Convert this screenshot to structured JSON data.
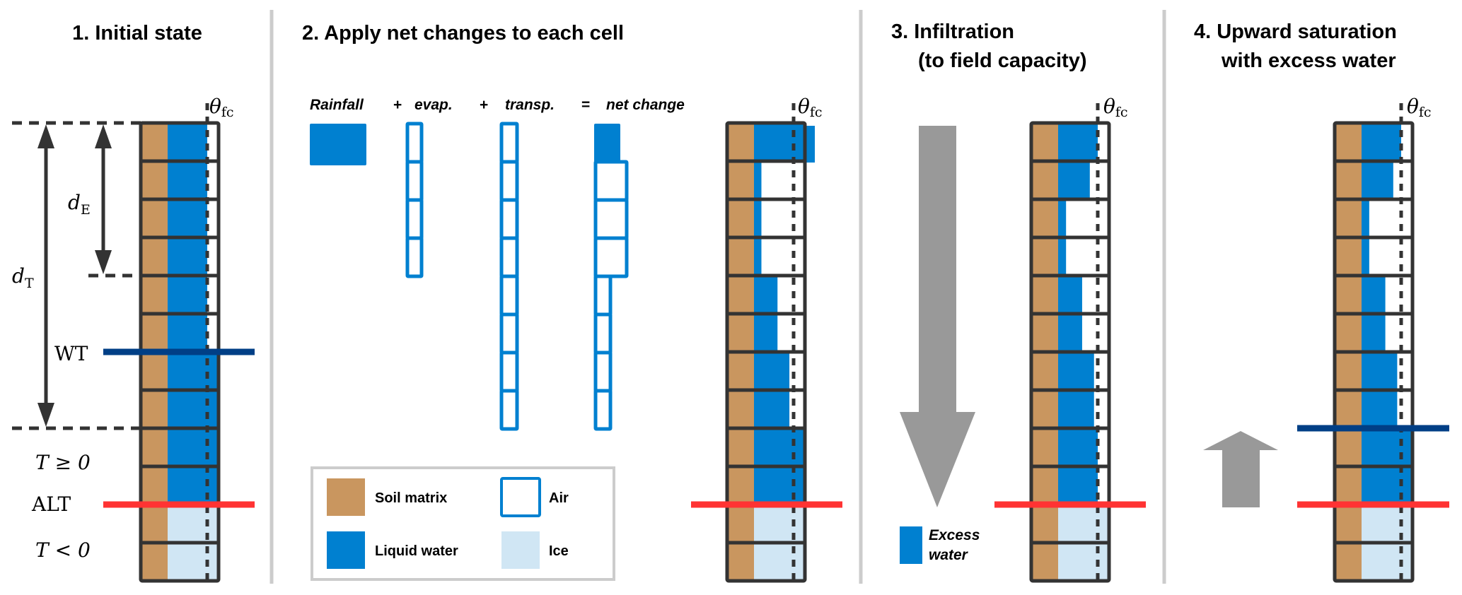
{
  "colors": {
    "soil": "#c9965f",
    "water": "#0080d0",
    "ice": "#d0e6f4",
    "air": "#ffffff",
    "grid": "#333333",
    "alt_line": "#ff3333",
    "wt_line": "#003f86",
    "arrow": "#999999",
    "separator": "#cccccc"
  },
  "fc_fraction": 0.8,
  "panels": [
    {
      "title_lines": [
        "1. Initial state"
      ],
      "theta": "θ",
      "theta_sub": "fc",
      "cells": [
        0.8,
        0.8,
        0.8,
        0.8,
        0.8,
        0.8,
        1,
        1,
        1,
        1,
        "ice",
        "ice"
      ],
      "labels": {
        "dE": "d",
        "dE_sub": "E",
        "dT": "d",
        "dT_sub": "T",
        "wt": "WT",
        "t_pos": "T ≥ 0",
        "alt": "ALT",
        "t_neg": "T < 0"
      }
    },
    {
      "title_lines": [
        "2. Apply net changes to each cell"
      ],
      "theta": "θ",
      "theta_sub": "fc",
      "cells": [
        1,
        0.15,
        0.15,
        0.15,
        0.475,
        0.475,
        0.715,
        0.715,
        1,
        1,
        "ice",
        "ice"
      ],
      "equation": {
        "rainfall": "Rainfall",
        "plus1": "+",
        "evap": "evap.",
        "plus2": "+",
        "transp": "transp.",
        "equals": "=",
        "net": "net change"
      },
      "legend": {
        "soil": "Soil matrix",
        "air": "Air",
        "water": "Liquid water",
        "ice": "Ice"
      }
    },
    {
      "title_lines": [
        "3. Infiltration",
        "(to field capacity)"
      ],
      "theta": "θ",
      "theta_sub": "fc",
      "cells": [
        0.8,
        0.64,
        0.16,
        0.16,
        0.485,
        0.485,
        0.725,
        0.725,
        0.8,
        0.8,
        "ice",
        "ice"
      ],
      "excess_label_lines": [
        "Excess",
        "water"
      ]
    },
    {
      "title_lines": [
        "4. Upward saturation",
        "with excess water"
      ],
      "theta": "θ",
      "theta_sub": "fc",
      "cells": [
        0.8,
        0.64,
        0.155,
        0.155,
        0.48,
        0.48,
        0.72,
        0.72,
        1,
        1,
        "ice",
        "ice"
      ]
    }
  ]
}
